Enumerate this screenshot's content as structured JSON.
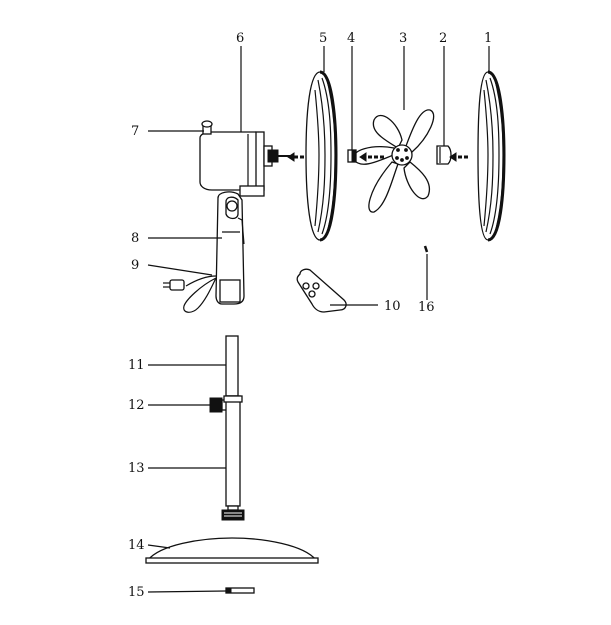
{
  "diagram": {
    "callouts": [
      {
        "id": "1",
        "text": "1"
      },
      {
        "id": "2",
        "text": "2"
      },
      {
        "id": "3",
        "text": "3"
      },
      {
        "id": "4",
        "text": "4"
      },
      {
        "id": "5",
        "text": "5"
      },
      {
        "id": "6",
        "text": "6"
      },
      {
        "id": "7",
        "text": "7"
      },
      {
        "id": "8",
        "text": "8"
      },
      {
        "id": "9",
        "text": "9"
      },
      {
        "id": "10",
        "text": "10"
      },
      {
        "id": "11",
        "text": "11"
      },
      {
        "id": "12",
        "text": "12"
      },
      {
        "id": "13",
        "text": "13"
      },
      {
        "id": "14",
        "text": "14"
      },
      {
        "id": "15",
        "text": "15"
      },
      {
        "id": "16",
        "text": "16"
      }
    ],
    "colors": {
      "ink": "#111111",
      "paper": "#ffffff"
    }
  }
}
